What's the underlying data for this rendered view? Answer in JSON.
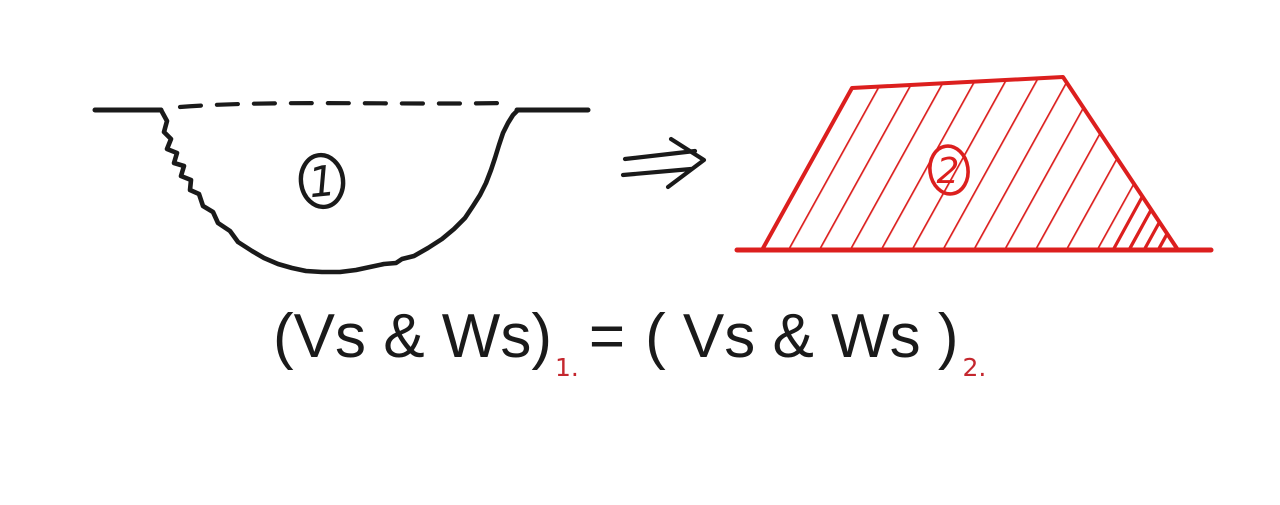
{
  "colors": {
    "paper_white": "#ffffff",
    "ink_black": "#1a1a1a",
    "sketch_red": "#dc1f1e",
    "subscript_red": "#c4272e"
  },
  "diagram": {
    "excavation_label": "1",
    "embankment_label": "2"
  },
  "equation": {
    "lhs": "(Vs & Ws)",
    "lhs_sub": "1.",
    "equals": "=",
    "rhs": "( Vs & Ws )",
    "rhs_sub": "2."
  }
}
